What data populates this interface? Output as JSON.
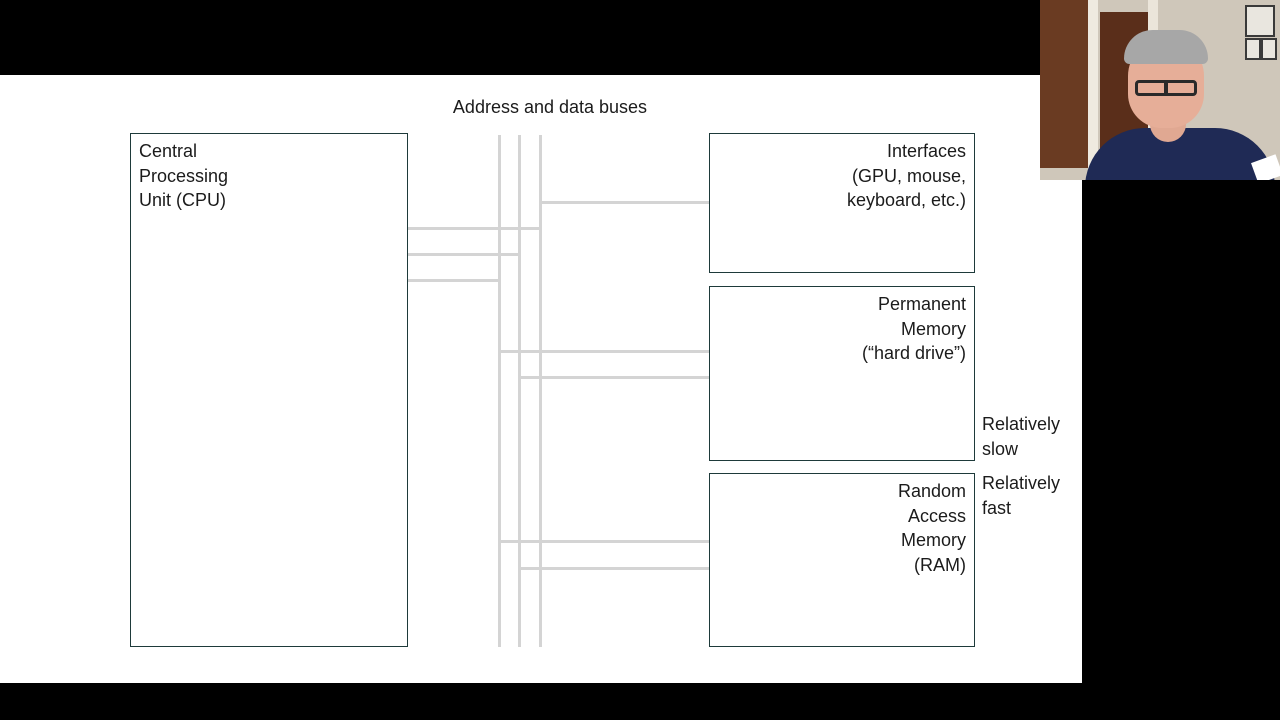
{
  "diagram": {
    "title": "Address and data buses",
    "cpu": {
      "label": "Central\nProcessing\nUnit (CPU)"
    },
    "interfaces": {
      "label": "Interfaces\n(GPU, mouse,\nkeyboard, etc.)"
    },
    "permanent_memory": {
      "label": "Permanent\nMemory\n(“hard drive”)"
    },
    "ram": {
      "label": "Random\nAccess\nMemory\n(RAM)"
    },
    "annotations": {
      "slow": "Relatively\nslow",
      "fast": "Relatively\nfast"
    }
  },
  "colors": {
    "box_border": "#1e3a3a",
    "bus_line": "#d4d4d4",
    "text": "#1b1b1b"
  }
}
